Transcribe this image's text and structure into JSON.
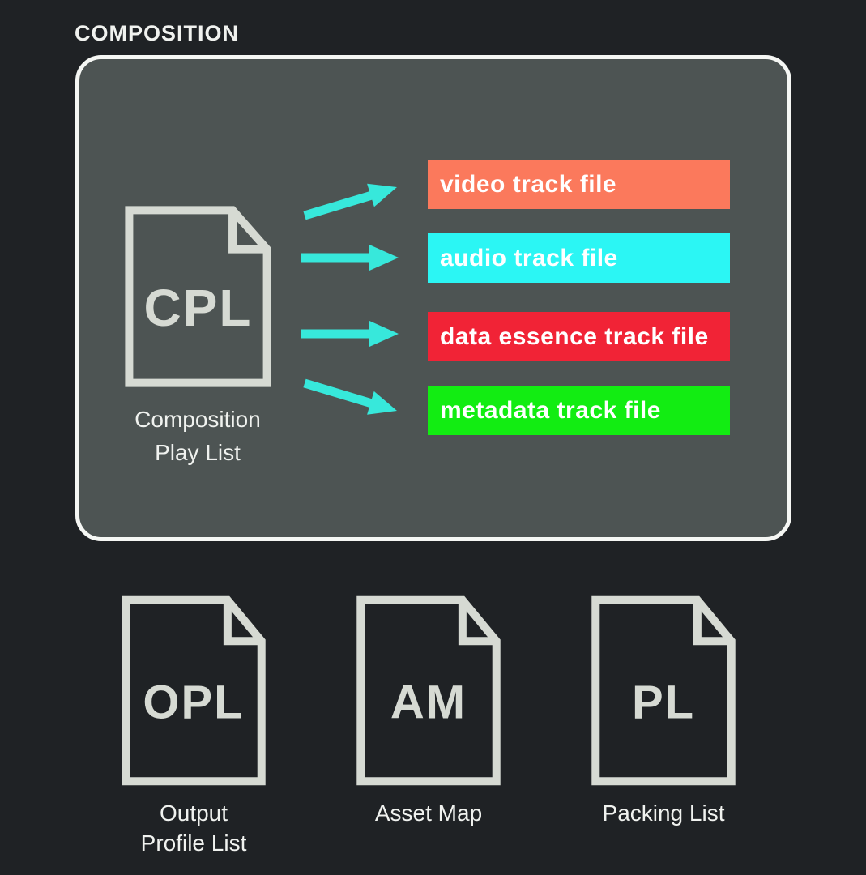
{
  "title": "COMPOSITION",
  "colors": {
    "background": "#1f2225",
    "box-fill": "#4d5453",
    "box-border": "#f5f7f4",
    "doc-stroke": "#d6dad3",
    "label-text": "#f0f2ef",
    "bar-text": "#ffffff",
    "arrow": "#37e8db"
  },
  "composition": {
    "source_document": {
      "abbr": "CPL",
      "label": [
        "Composition",
        "Play List"
      ]
    },
    "track_files": [
      {
        "label": "video track file",
        "color": "#fb795c"
      },
      {
        "label": "audio track file",
        "color": "#2bf6f4"
      },
      {
        "label": "data essence track file",
        "color": "#f12336"
      },
      {
        "label": "metadata track file",
        "color": "#12ed12"
      }
    ]
  },
  "documents": [
    {
      "abbr": "OPL",
      "label": [
        "Output",
        "Profile List"
      ]
    },
    {
      "abbr": "AM",
      "label": [
        "Asset Map"
      ]
    },
    {
      "abbr": "PL",
      "label": [
        "Packing List"
      ]
    }
  ]
}
